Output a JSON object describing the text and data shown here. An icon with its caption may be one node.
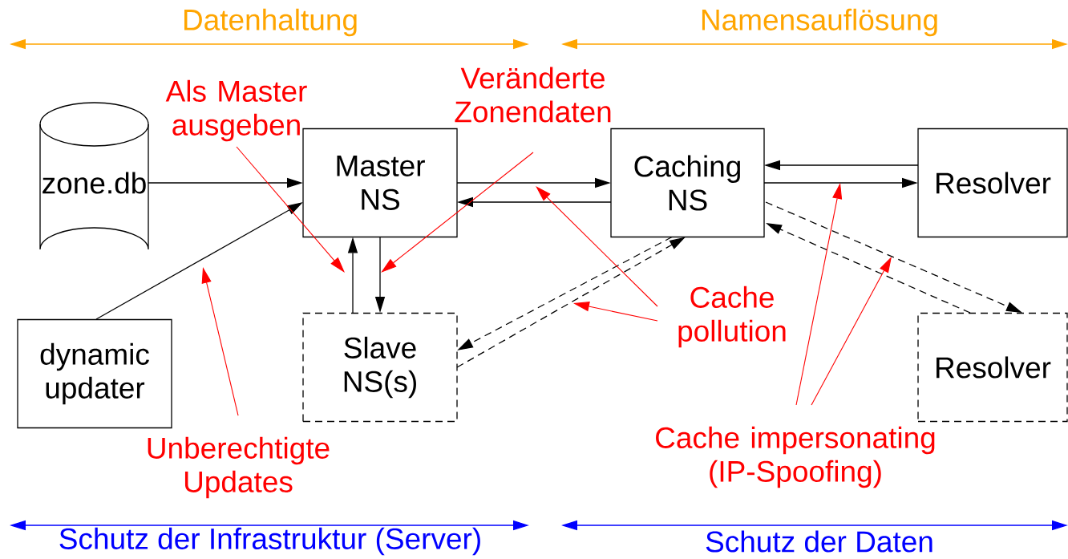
{
  "diagram": {
    "nodes": [
      {
        "text": [
          "zone.db"
        ]
      },
      {
        "text": [
          "Master NS"
        ]
      },
      {
        "text": [
          "Caching NS"
        ]
      },
      {
        "text": [
          "Resolver"
        ]
      },
      {
        "text": [
          "dynamic updater"
        ]
      },
      {
        "text": [
          "Slave NS(s)"
        ]
      },
      {
        "text": [
          "Resolver"
        ]
      },
      {
        "text": [
          "Als Master ausgeben"
        ]
      },
      {
        "text": [
          "Veränderte Zonendaten"
        ]
      },
      {
        "text": [
          "Cache pollution"
        ]
      },
      {
        "text": [
          "Unberechtigte Updates"
        ]
      },
      {
        "text": [
          "Cache impersonating (IP-Spoofing)"
        ]
      }
    ],
    "edges": [
      {
        "from": 0,
        "to": 1,
        "arrow": "to"
      },
      {
        "from": 4,
        "to": 1,
        "arrow": "to"
      },
      {
        "from": 1,
        "to": 2,
        "arrow": "to"
      },
      {
        "from": 2,
        "to": 1,
        "arrow": "to"
      },
      {
        "from": 3,
        "to": 2,
        "arrow": "to"
      },
      {
        "from": 2,
        "to": 3,
        "arrow": "to"
      },
      {
        "from": 5,
        "to": 1,
        "arrow": "to"
      },
      {
        "from": 1,
        "to": 5,
        "arrow": "to"
      },
      {
        "from": 2,
        "to": 5,
        "arrow": "to",
        "style": "dashed"
      },
      {
        "from": 5,
        "to": 2,
        "arrow": "to",
        "style": "dashed"
      },
      {
        "from": 2,
        "to": 6,
        "arrow": "to",
        "style": "dashed"
      },
      {
        "from": 6,
        "to": 2,
        "arrow": "to",
        "style": "dashed"
      },
      {
        "from": 7,
        "to": null,
        "arrow": "to",
        "color": "#ff0000"
      },
      {
        "from": 8,
        "to": null,
        "arrow": "to",
        "color": "#ff0000"
      },
      {
        "from": 9,
        "to": null,
        "arrow": "to",
        "color": "#ff0000"
      },
      {
        "from": 9,
        "to": null,
        "arrow": "to",
        "color": "#ff0000"
      },
      {
        "from": 10,
        "to": null,
        "arrow": "to",
        "color": "#ff0000"
      },
      {
        "from": 11,
        "to": null,
        "arrow": "to",
        "color": "#ff0000"
      },
      {
        "from": 11,
        "to": null,
        "arrow": "to",
        "color": "#ff0000"
      }
    ],
    "labels": [
      "Datenhaltung",
      "Namensauflösung",
      "Schutz der Infrastruktur (Server)",
      "Schutz der Daten"
    ]
  }
}
